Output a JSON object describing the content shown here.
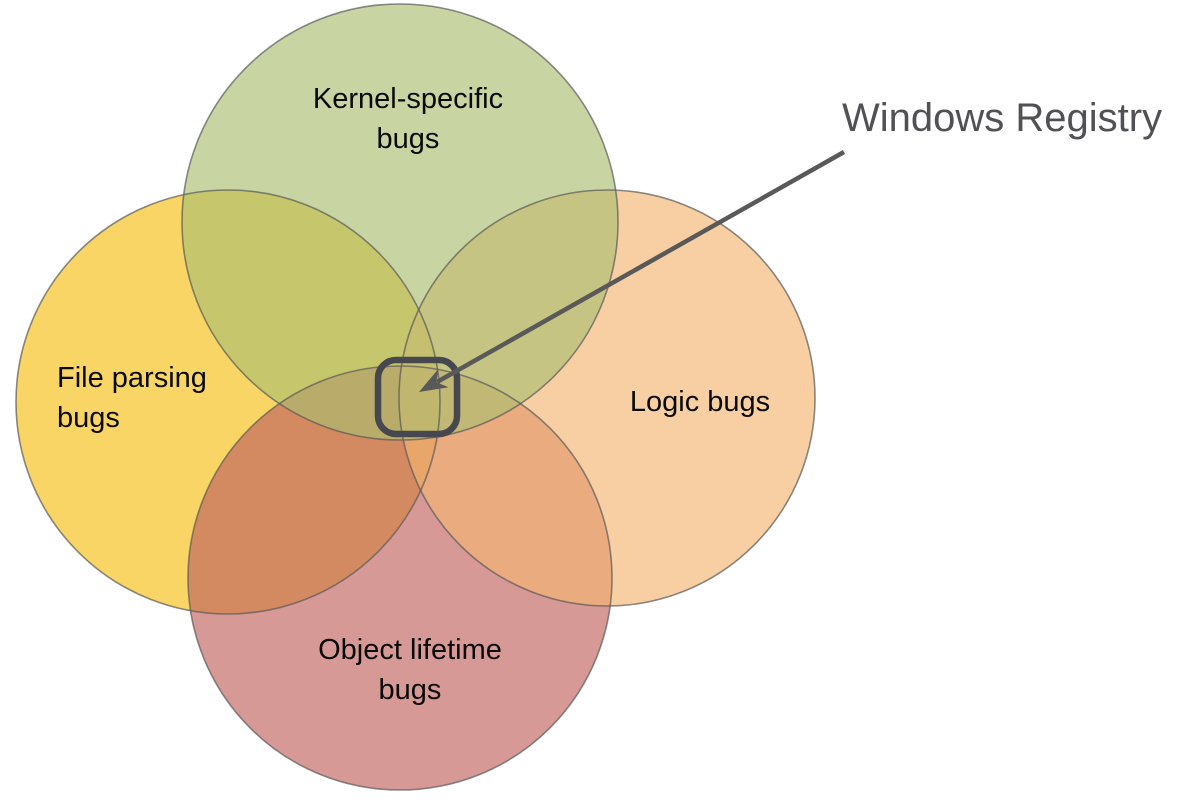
{
  "venn": {
    "background": "#ffffff",
    "outline_color": "#595959",
    "label_color": "#0a0a0a",
    "highlight_box_color": "#47474f",
    "circles": [
      {
        "name": "kernel-specific-bugs",
        "label": "Kernel-specific\nbugs",
        "fill_base": "#aabe70",
        "rendered_color": "#c8d5a2"
      },
      {
        "name": "file-parsing-bugs",
        "label": "File parsing\nbugs",
        "fill_base": "#f6be14",
        "rendered_color": "#f9d566"
      },
      {
        "name": "logic-bugs",
        "label": "Logic bugs",
        "fill_base": "#f4b571",
        "rendered_color": "#f8cfa3"
      },
      {
        "name": "object-lifetime-bugs",
        "label": "Object lifetime\nbugs",
        "fill_base": "#c0625e",
        "rendered_color": "#d69996"
      }
    ],
    "annotation": {
      "label": "Windows Registry",
      "color": "#515155",
      "points_to": "four-way intersection highlight box"
    }
  }
}
